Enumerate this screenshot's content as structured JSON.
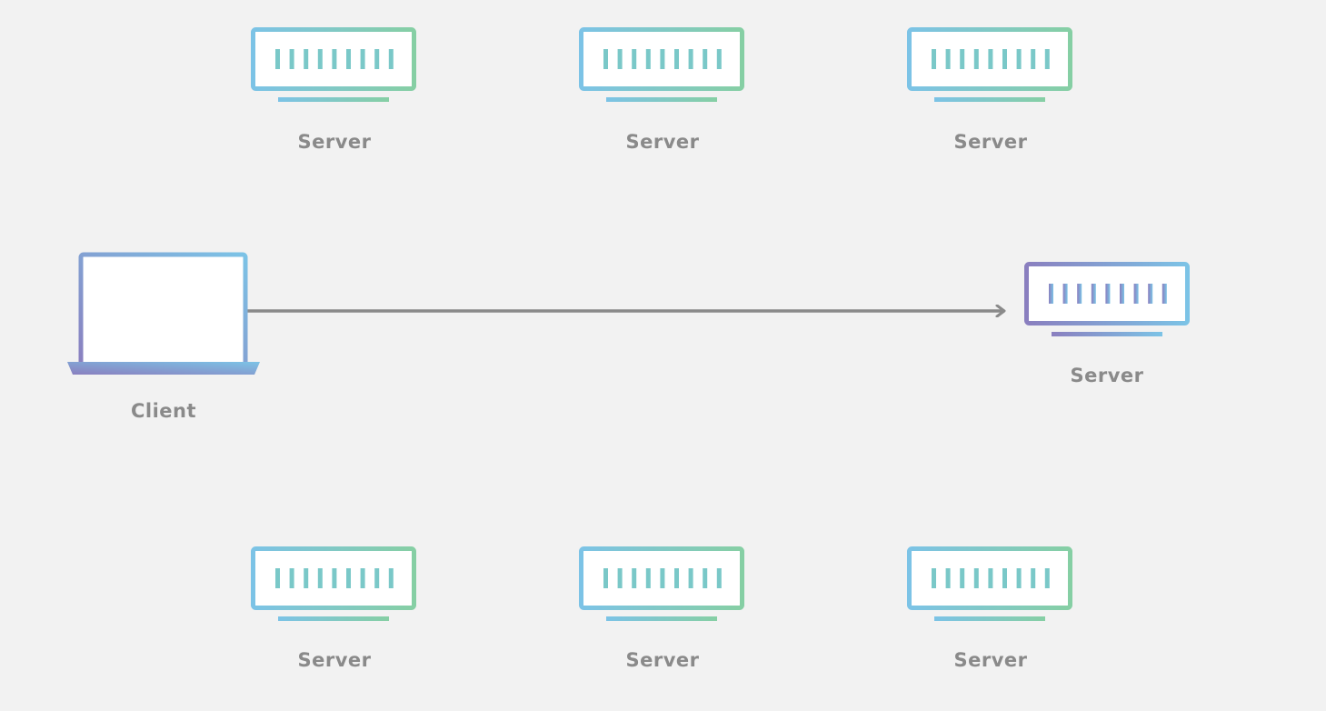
{
  "diagram": {
    "client": {
      "label": "Client",
      "icon": "laptop-icon"
    },
    "target_server": {
      "label": "Server",
      "icon": "server-icon"
    },
    "top_servers": [
      {
        "label": "Server",
        "icon": "server-icon"
      },
      {
        "label": "Server",
        "icon": "server-icon"
      },
      {
        "label": "Server",
        "icon": "server-icon"
      }
    ],
    "bottom_servers": [
      {
        "label": "Server",
        "icon": "server-icon"
      },
      {
        "label": "Server",
        "icon": "server-icon"
      },
      {
        "label": "Server",
        "icon": "server-icon"
      }
    ],
    "connection": {
      "from": "Client",
      "to": "Server"
    }
  },
  "colors": {
    "background": "#f2f2f2",
    "label": "#8a8a8a",
    "arrow": "#8a8a8a",
    "gradient_blue": "#7cc3e6",
    "gradient_green": "#86cfa4",
    "gradient_purple": "#8a7fbf",
    "slot": "#7ac8c8"
  }
}
